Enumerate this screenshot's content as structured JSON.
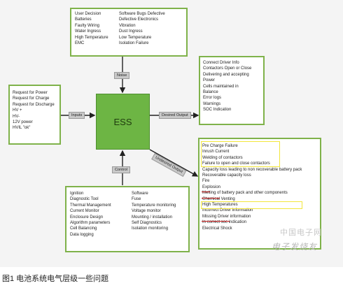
{
  "ess_label": "ESS",
  "tags": {
    "noise": "Noise",
    "inputs": "Inputs",
    "desired": "Desired Output",
    "control": "Control",
    "undesired": "Undesired Output"
  },
  "noise": {
    "left": [
      "User Decision",
      "Batteries",
      "Faulty Wiring",
      "Water Ingress",
      "High Temperature",
      "EMC"
    ],
    "right": [
      "Software Bugs Defective",
      "Defective Electronics",
      "Vibration",
      "Dust Ingress",
      "Low Temperature",
      "Isolation Failure"
    ]
  },
  "inputs": [
    "Request for Power",
    "Request for Charge",
    "Request for Discharge",
    "HV +",
    "HV-",
    "12V power",
    "HVIL \"ok\""
  ],
  "desired": [
    "Connect Driver Info",
    "Contactors Open or Close",
    "Delivering and accepting",
    "Power",
    "Cells maintained in",
    "Balance",
    "Error logs",
    "Warnings",
    "SOC Indication"
  ],
  "control": {
    "left": [
      "Ignition",
      "Diagnostic Tool",
      "Thermal Management",
      "Current Monitor",
      "Enclosure Design",
      "Algorithm parameters",
      "Cell Balancing",
      "Data logging"
    ],
    "right": [
      "Software",
      "Fuse",
      "Temperature monitoring",
      "Voltage monitor",
      "Mounting / installation",
      "Self Diagnostics",
      "Isolation monitoring"
    ]
  },
  "undesired": [
    "Pre Charge Failure",
    "Inrush Current",
    "Welding of contactors",
    "Failure to open and close contactors",
    "Capacity loss leading to non recoverable battery pack",
    "Recoverable capacity loss",
    "Fire",
    "Explosion",
    "Melting of battery pack and other components",
    "Chemical Venting",
    "High Temperatures",
    "Incorrect Driver information",
    "Missing Driver information",
    "In correct soc indication",
    "Electrical Shock"
  ],
  "watermark": [
    "中国电子网",
    "电子发烧友"
  ],
  "caption": "图1 电池系统电气层级一些问题",
  "colors": {
    "box_border": "#7fb24a",
    "ess_fill": "#6db544",
    "highlight": "#f2e63a",
    "underline": "#c01818"
  }
}
